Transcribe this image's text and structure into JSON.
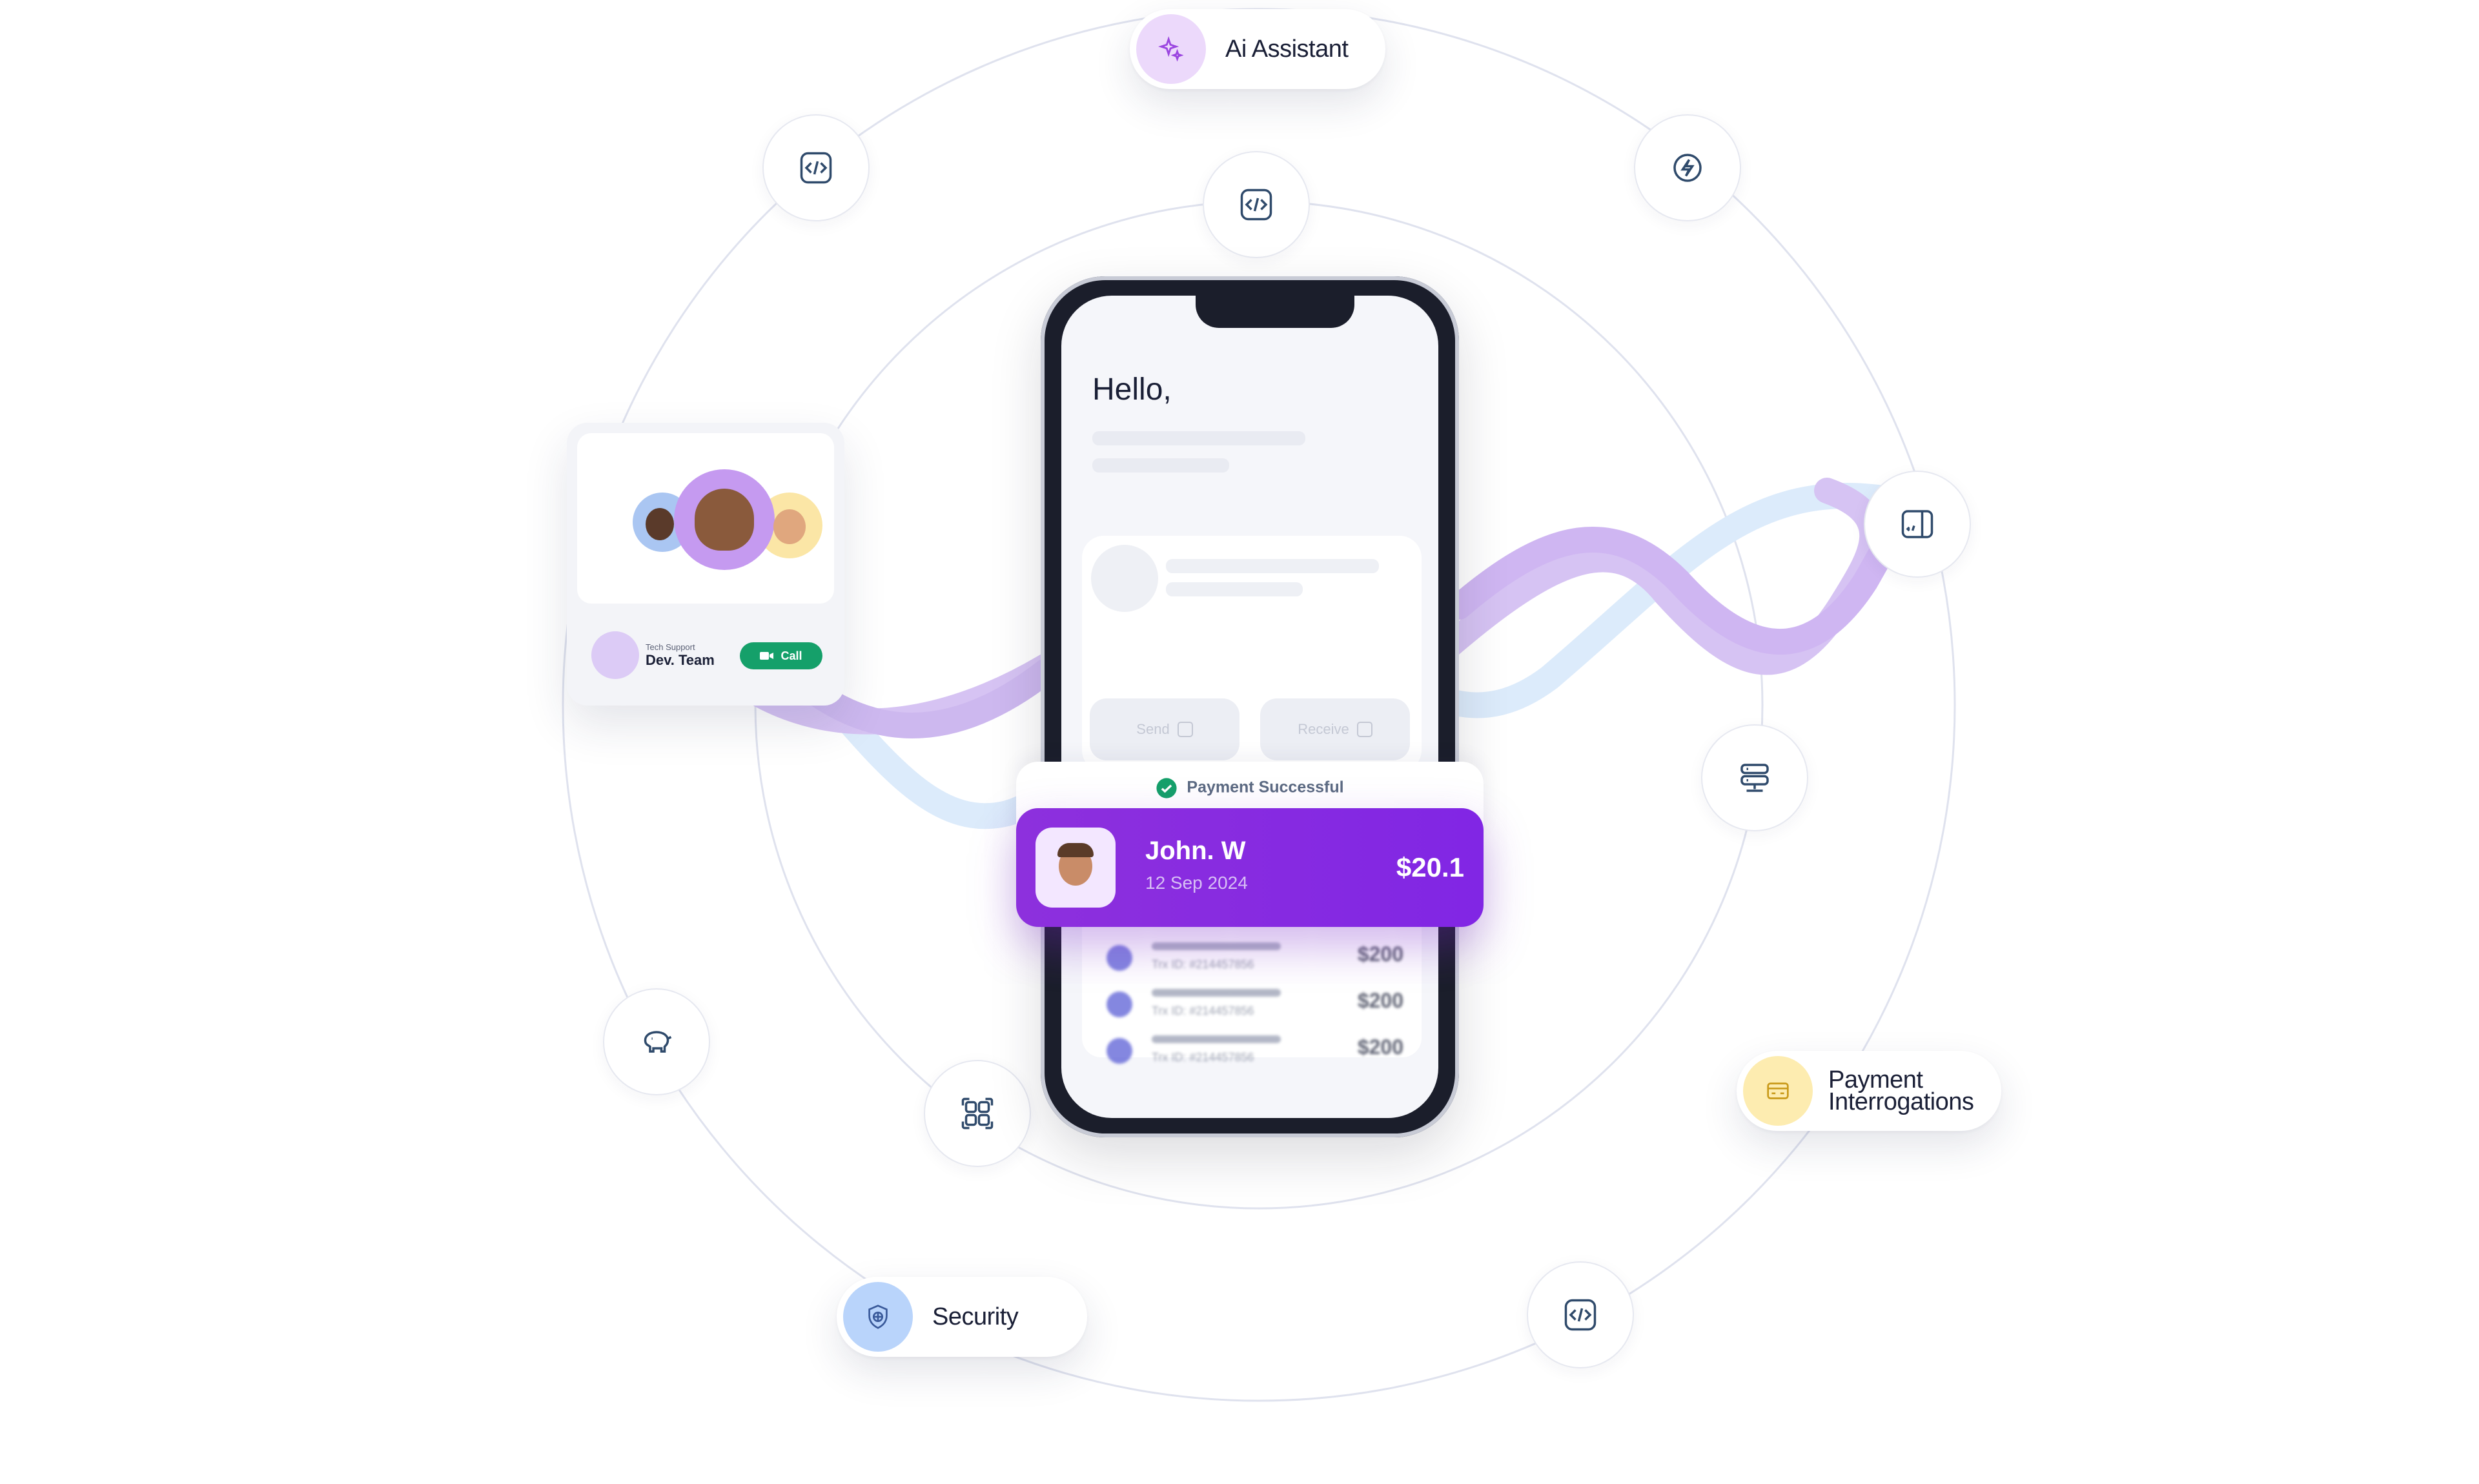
{
  "phone": {
    "greeting": "Hello,",
    "send_label": "Send",
    "receive_label": "Receive",
    "transactions": [
      {
        "id": "Trx ID: #214457856",
        "amount": "$200"
      },
      {
        "id": "Trx ID: #214457856",
        "amount": "$200"
      },
      {
        "id": "Trx ID: #214457856",
        "amount": "$200"
      }
    ]
  },
  "payment": {
    "status": "Payment Successful",
    "name": "John. W",
    "date": "12 Sep 2024",
    "amount": "$20.1"
  },
  "team_card": {
    "subtitle": "Tech Support",
    "name": "Dev. Team",
    "call_label": "Call"
  },
  "pills": {
    "ai_assistant": "Ai Assistant",
    "security": "Security",
    "payment_line1": "Payment",
    "payment_line2": "Interrogations"
  },
  "colors": {
    "accent_purple": "#8a2be2",
    "success_green": "#15a06a",
    "icon_stroke": "#2f4a6b",
    "orbit": "#d9ddec"
  },
  "icons": [
    "code-icon",
    "lightning-icon",
    "sidebar-code-icon",
    "server-icon",
    "piggy-bank-icon",
    "grid-icon",
    "shield-globe-icon",
    "sparkle-icon",
    "card-icon"
  ]
}
